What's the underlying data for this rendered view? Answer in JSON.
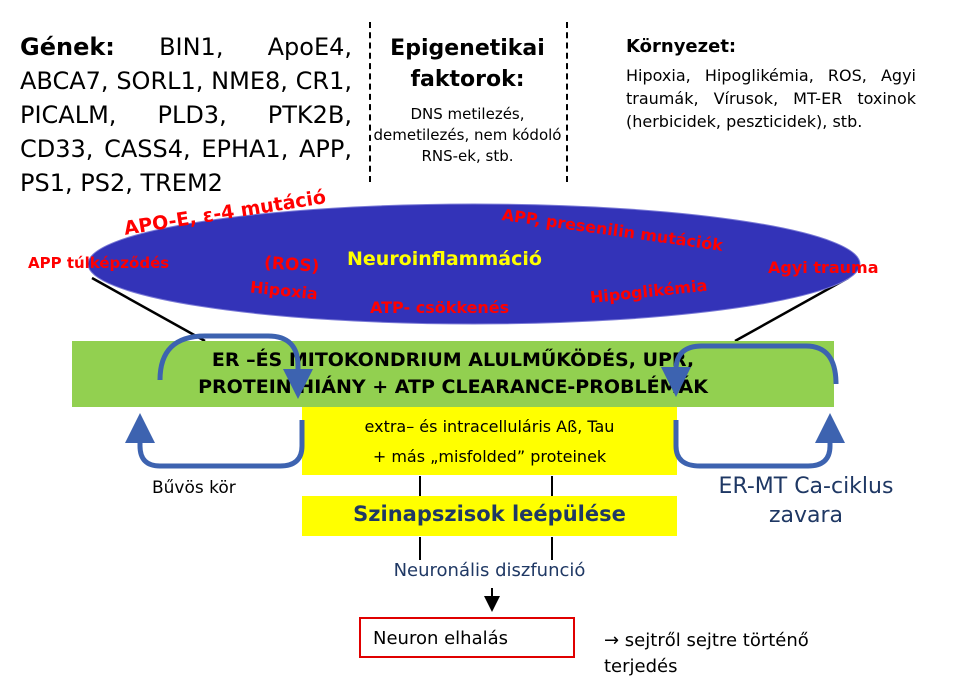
{
  "genes": {
    "label": "Gének:",
    "list": "BIN1, ApoE4, ABCA7, SORL1, NME8, CR1, PICALM, PLD3, PTK2B, CD33, CASS4, EPHA1, APP, PS1, PS2, TREM2"
  },
  "epigenetic": {
    "title": "Epigenetikai faktorok:",
    "items": "DNS metilezés, demetilezés, nem kódoló RNS-ek, stb."
  },
  "environment": {
    "title": "Környezet:",
    "items": "Hipoxia, Hipoglikémia, ROS, Agyi traumák, Vírusok, MT-ER toxinok (herbicidek, peszticidek), stb."
  },
  "ellipse": {
    "center": "Neuroinflammáció",
    "apoe": "APO-E, ε-4 mutáció",
    "app_presenilin": "APP, presenilin mutációk",
    "app_overproduction": "APP túlképződés",
    "ros": "(ROS)",
    "hypoxia": "Hipoxia",
    "trauma": "Agyi trauma",
    "atp": "ATP- csökkenés",
    "hypoglycemia": "Hipoglikémia",
    "fill_color": "#3333b8",
    "label_color": "#ff0000",
    "center_color": "#ffff00"
  },
  "er_bar": {
    "line1": "ER –ÉS MITOKONDRIUM ALULMŰKÖDÉS, UPR,",
    "line2": "PROTEIN HIÁNY + ATP CLEARANCE-PROBLÉMÁK",
    "color": "#92d050"
  },
  "proteins": {
    "line1": "extra– és intracelluláris Aß, Tau",
    "line2": "+ más „misfolded” proteinek"
  },
  "synapse": "Szinapszisok leépülése",
  "vicious_circle": "Bűvös kör",
  "ca_cycle": "ER-MT Ca-ciklus zavara",
  "neuronal_dysfunction": "Neuronális diszfunció",
  "neuron_death": "Neuron elhalás",
  "spread": {
    "line1": "→ sejtről sejtre történő",
    "line2": "terjedés"
  },
  "colors": {
    "yellow_box": "#ffff00",
    "cycle_arrow": "#3d63b0",
    "dark_blue_text": "#1f3864",
    "death_box_border": "#e00000"
  }
}
